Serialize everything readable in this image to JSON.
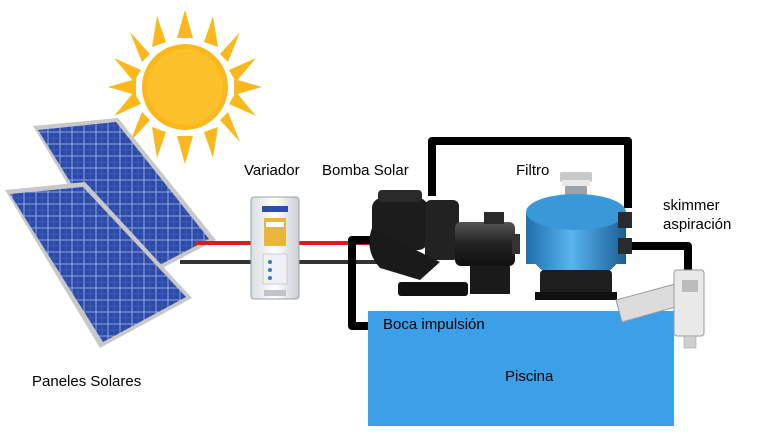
{
  "labels": {
    "variador": "Variador",
    "bomba_solar": "Bomba Solar",
    "filtro": "Filtro",
    "skimmer_line1": "skimmer",
    "skimmer_line2": "aspiración",
    "boca_impulsion": "Boca impulsión",
    "paneles_solares": "Paneles Solares",
    "piscina": "Piscina"
  },
  "components": [
    "sun",
    "solar-panels",
    "variador",
    "bomba-solar",
    "filtro",
    "skimmer",
    "piscina"
  ],
  "colors": {
    "sun": "#fbb81c",
    "panel_cell": "#2c4aa8",
    "panel_frame": "#c8c8c8",
    "positive_wire": "#e0181b",
    "negative_wire": "#333333",
    "pipe": "#000000",
    "pool": "#3ba0e8",
    "filter_tank": "#2f8fd0",
    "pump": "#1c1c1c"
  },
  "icons": [
    "sun-icon",
    "solar-panel-icon",
    "inverter-icon",
    "pump-icon",
    "sand-filter-icon",
    "skimmer-icon"
  ]
}
